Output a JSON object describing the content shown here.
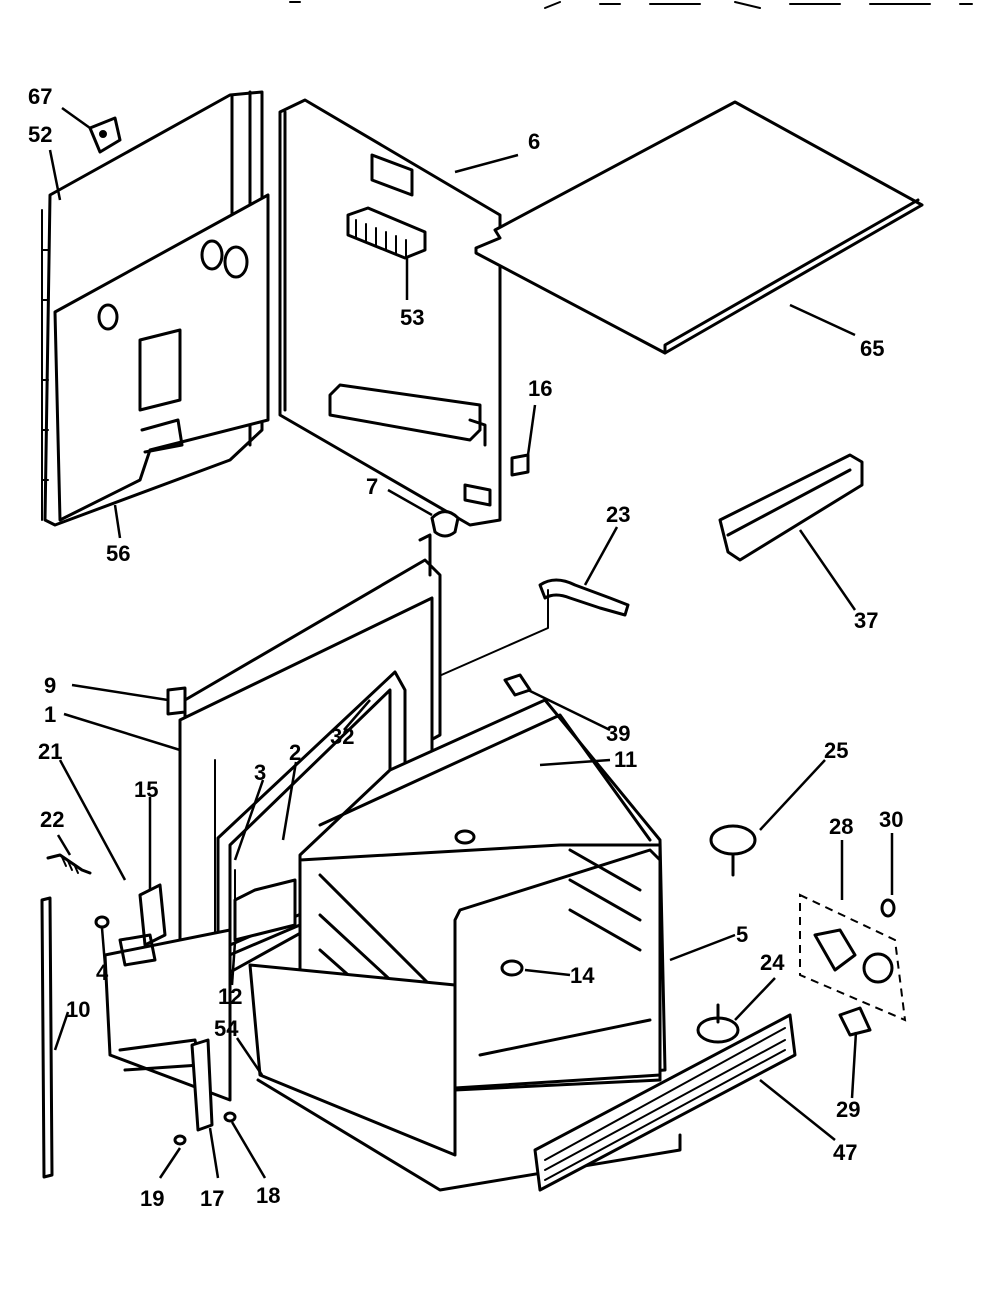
{
  "diagram": {
    "parts": [
      {
        "id": "p67",
        "number": "67"
      },
      {
        "id": "p52",
        "number": "52"
      },
      {
        "id": "p6",
        "number": "6"
      },
      {
        "id": "p65",
        "number": "65"
      },
      {
        "id": "p53",
        "number": "53"
      },
      {
        "id": "p16",
        "number": "16"
      },
      {
        "id": "p7",
        "number": "7"
      },
      {
        "id": "p56",
        "number": "56"
      },
      {
        "id": "p23",
        "number": "23"
      },
      {
        "id": "p37",
        "number": "37"
      },
      {
        "id": "p9",
        "number": "9"
      },
      {
        "id": "p39",
        "number": "39"
      },
      {
        "id": "p1",
        "number": "1"
      },
      {
        "id": "p11",
        "number": "11"
      },
      {
        "id": "p21",
        "number": "21"
      },
      {
        "id": "p32",
        "number": "32"
      },
      {
        "id": "p25",
        "number": "25"
      },
      {
        "id": "p15",
        "number": "15"
      },
      {
        "id": "p3",
        "number": "3"
      },
      {
        "id": "p2",
        "number": "2"
      },
      {
        "id": "p28",
        "number": "28"
      },
      {
        "id": "p30",
        "number": "30"
      },
      {
        "id": "p22",
        "number": "22"
      },
      {
        "id": "p5",
        "number": "5"
      },
      {
        "id": "p4",
        "number": "4"
      },
      {
        "id": "p12",
        "number": "12"
      },
      {
        "id": "p14",
        "number": "14"
      },
      {
        "id": "p24",
        "number": "24"
      },
      {
        "id": "p10",
        "number": "10"
      },
      {
        "id": "p54",
        "number": "54"
      },
      {
        "id": "p29",
        "number": "29"
      },
      {
        "id": "p47",
        "number": "47"
      },
      {
        "id": "p19",
        "number": "19"
      },
      {
        "id": "p17",
        "number": "17"
      },
      {
        "id": "p18",
        "number": "18"
      }
    ]
  }
}
